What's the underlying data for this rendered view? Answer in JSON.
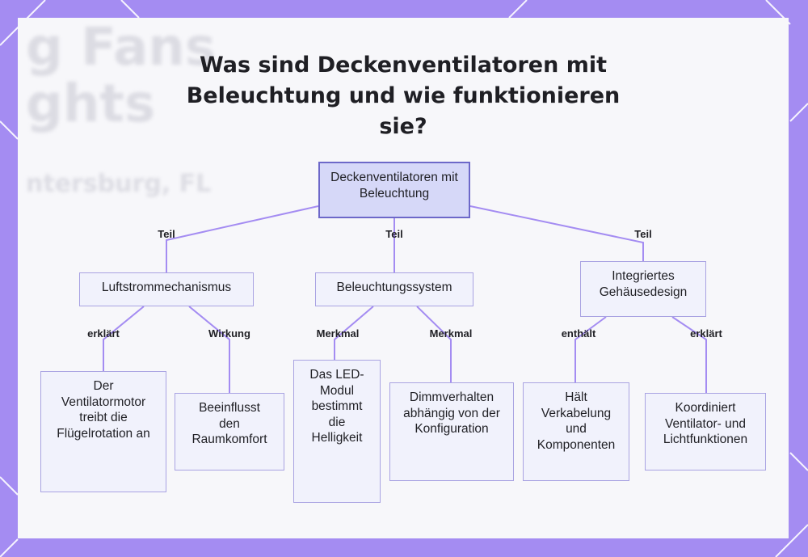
{
  "title": "Was sind Deckenventilatoren mit Beleuchtung und wie funktionieren sie?",
  "colors": {
    "frame": "#a48cf2",
    "card": "#f7f7fa",
    "node_fill": "#f1f2fc",
    "node_border": "#a9a3e2",
    "root_fill": "#d6d8f8",
    "root_border": "#6d68c9",
    "edge": "#a48cf2"
  },
  "nodes": {
    "root": "Deckenventilatoren mit Beleuchtung",
    "luftstrom": "Luftstrommechanismus",
    "beleuchtung": "Beleuchtungssystem",
    "gehaeuse": "Integriertes Gehäusedesign",
    "motor": "Der Ventilatormotor treibt die Flügelrotation an",
    "raumkomfort": "Beeinflusst den Raumkomfort",
    "led": "Das LED-Modul bestimmt die Helligkeit",
    "dimm": "Dimmverhalten abhängig von der Konfiguration",
    "verkabelung": "Hält Verkabelung und Komponenten",
    "koordiniert": "Koordiniert Ventilator- und Lichtfunktionen"
  },
  "edge_labels": {
    "teil_1": "Teil",
    "teil_2": "Teil",
    "teil_3": "Teil",
    "erklaert_1": "erklärt",
    "wirkung": "Wirkung",
    "merkmal_1": "Merkmal",
    "merkmal_2": "Merkmal",
    "enthaelt": "enthält",
    "erklaert_2": "erklärt"
  }
}
